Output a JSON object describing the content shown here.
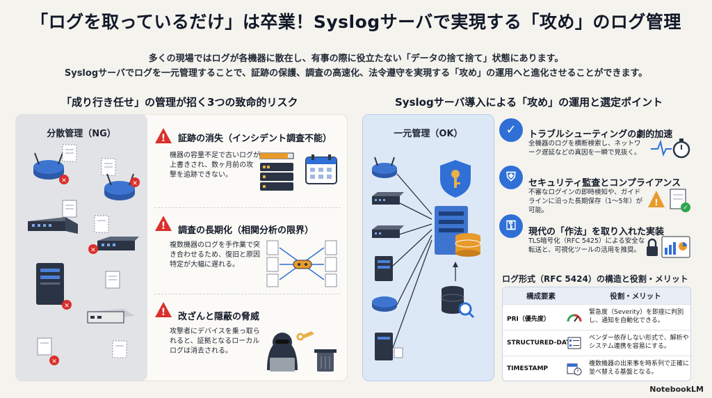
{
  "title": "「ログを取っているだけ」は卒業！Syslogサーバで実現する「攻め」のログ管理",
  "subtitle_line1": "多くの現場ではログが各機器に散在し、有事の際に役立たない「データの捨て捨て」状態にあります。",
  "subtitle_line2": "Syslogサーバでログを一元管理することで、証跡の保護、調査の高速化、法令遵守を実現する「攻め」の運用へと進化させることができます。",
  "left_section": {
    "heading": "「成り行き任せ」の管理が招く3つの致命的リスク",
    "ng_label": "分散管理（NG）",
    "risks": [
      {
        "title": "証跡の消失（インシデント調査不能）",
        "desc": "機器の容量不足で古いログが上書きされ、数ヶ月前の攻撃を追跡できない。"
      },
      {
        "title": "調査の長期化（相関分析の限界）",
        "desc": "複数機器のログを手作業で突き合わせるため、復旧と原因特定が大幅に遅れる。"
      },
      {
        "title": "改ざんと隠蔽の脅威",
        "desc": "攻撃者にデバイスを乗っ取られると、証拠となるローカルログは消去される。"
      }
    ]
  },
  "right_section": {
    "heading": "Syslogサーバ導入による「攻め」の運用と選定ポイント",
    "ok_label": "一元管理（OK）",
    "points": [
      {
        "title": "トラブルシューティングの劇的加速",
        "desc": "全機器のログを横断検索し、ネットワーク遅延などの真因を一瞬で見抜く。",
        "icon": "check-icon"
      },
      {
        "title": "セキュリティ監査とコンプライアンス",
        "desc": "不審なログインの即時検知や、ガイドラインに沿った長期保存（1〜5年）が可能。",
        "icon": "shield-icon"
      },
      {
        "title": "現代の「作法」を取り入れた実装",
        "desc": "TLS暗号化（RFC 5425）による安全な転送と、可視化ツールの活用を推奨。",
        "icon": "key-icon"
      }
    ],
    "table": {
      "title": "ログ形式（RFC 5424）の構造と役割・メリット",
      "col1": "構成要素",
      "col2": "役割・メリット",
      "rows": [
        {
          "key": "PRI（優先度）",
          "value": "緊急度（Severity）を即座に判別し、通知を自動化できる。"
        },
        {
          "key": "STRUCTURED-DATA",
          "value": "ベンダー依存しない形式で、解析やシステム連携を容易にする。"
        },
        {
          "key": "TIMESTAMP",
          "value": "複数機器の出来事を時系列で正確に並べ替える基盤となる。"
        }
      ]
    }
  },
  "brand": "NotebookLM",
  "colors": {
    "accent_blue": "#2f6fd6",
    "warn_red": "#d9302c",
    "dark_device": "#2b3445"
  }
}
